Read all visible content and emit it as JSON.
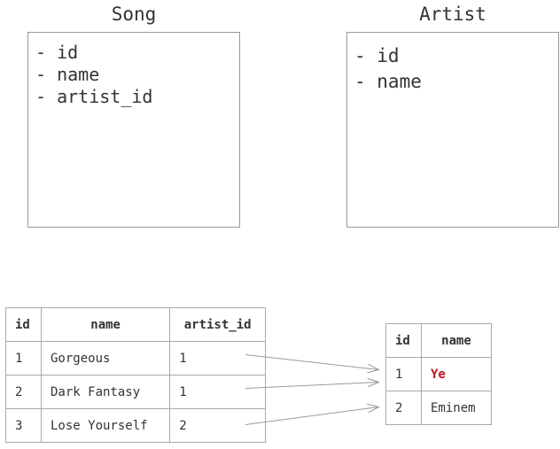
{
  "song_entity": {
    "title": "Song",
    "fields": [
      "- id",
      "- name",
      "- artist_id"
    ]
  },
  "artist_entity": {
    "title": "Artist",
    "fields": [
      "- id",
      "- name"
    ]
  },
  "song_table": {
    "headers": [
      "id",
      "name",
      "artist_id"
    ],
    "rows": [
      [
        "1",
        "Gorgeous",
        "1"
      ],
      [
        "2",
        "Dark Fantasy",
        "1"
      ],
      [
        "3",
        "Lose Yourself",
        "2"
      ]
    ]
  },
  "artist_table": {
    "headers": [
      "id",
      "name"
    ],
    "rows": [
      [
        "1",
        "Ye"
      ],
      [
        "2",
        "Eminem"
      ]
    ]
  },
  "highlight_color": "#c0101f",
  "links": [
    {
      "from_song_row": 1,
      "to_artist_row": 1
    },
    {
      "from_song_row": 2,
      "to_artist_row": 1
    },
    {
      "from_song_row": 3,
      "to_artist_row": 2
    }
  ]
}
